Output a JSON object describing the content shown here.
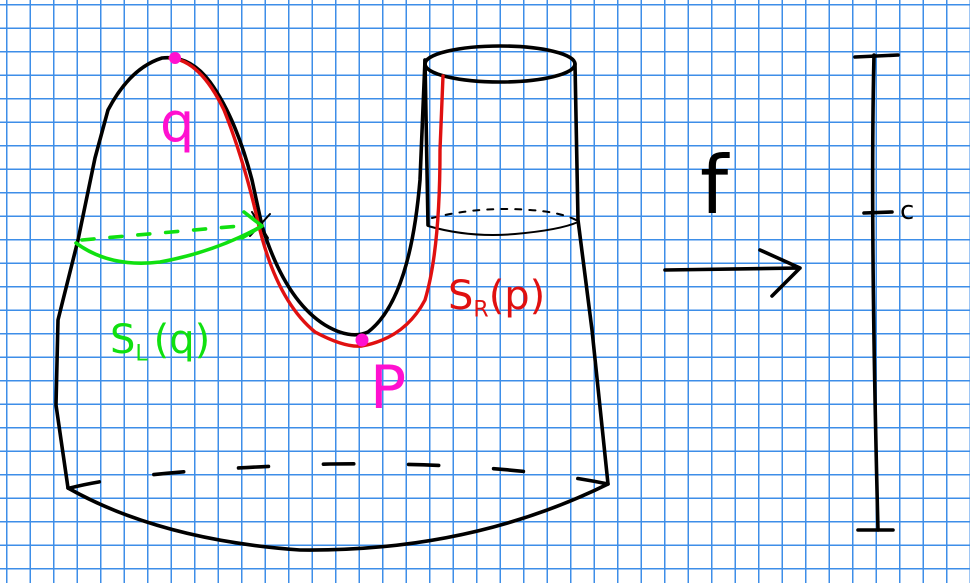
{
  "labels": {
    "q": "q",
    "p": "P",
    "f": "f",
    "c": "c",
    "sl_main": "S",
    "sl_sub": "L",
    "sl_arg": "(q)",
    "sr_main": "S",
    "sr_sub": "R",
    "sr_arg": "(p)"
  },
  "colors": {
    "ink": "#000000",
    "left_level_set": "#10e010",
    "right_level_set": "#e01010",
    "critical_points": "#ff10d0",
    "grid": "#3d8ee8"
  }
}
